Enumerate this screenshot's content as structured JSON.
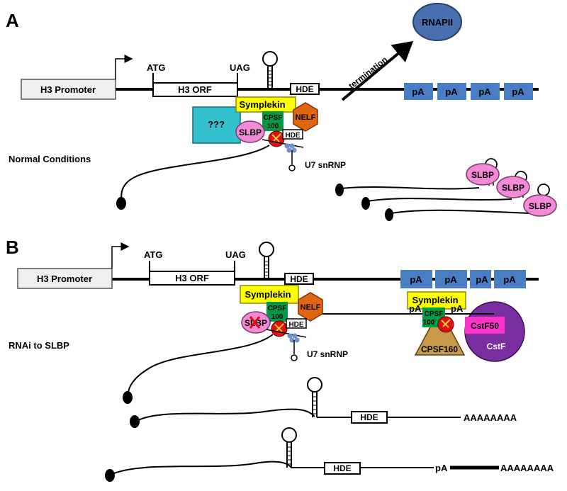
{
  "panel_a": {
    "letter": "A",
    "promoter": "H3 Promoter",
    "atg": "ATG",
    "uag": "UAG",
    "orf": "H3 ORF",
    "hde": "HDE",
    "rnapii": "RNAPII",
    "termination": "termination",
    "pa_boxes": [
      "pA",
      "pA",
      "pA",
      "pA"
    ],
    "symplekin": "Symplekin",
    "cpsf": "CPSF",
    "cpsf_num": "100",
    "nelf": "NELF",
    "unknown": "???",
    "slbp": "SLBP",
    "u7": "U7 snRNP",
    "condition": "Normal Conditions",
    "released_slbp": [
      "SLBP",
      "SLBP",
      "SLBP"
    ]
  },
  "panel_b": {
    "letter": "B",
    "promoter": "H3 Promoter",
    "atg": "ATG",
    "uag": "UAG",
    "orf": "H3 ORF",
    "hde": "HDE",
    "pa_boxes": [
      "pA",
      "pA",
      "pA",
      "pA"
    ],
    "symplekin": "Symplekin",
    "cpsf": "CPSF",
    "cpsf_num": "100",
    "nelf": "NELF",
    "slbp": "SLBP",
    "u7": "U7 snRNP",
    "condition": "RNAi to SLBP",
    "symplekin2": "Symplekin",
    "pa_small": [
      "pA",
      "pA"
    ],
    "cstf50": "CstF50",
    "cstf": "CstF",
    "cpsf160": "CPSF160",
    "transcript1_hde": "HDE",
    "transcript1_tail": "AAAAAAAA",
    "transcript2_hde": "HDE",
    "transcript2_pa": "pA",
    "transcript2_tail": "AAAAAAAA"
  },
  "colors": {
    "pa_box": "#4a7ec4",
    "rnapii": "#4a6fb0",
    "symplekin": "#ffff00",
    "cpsf": "#009a46",
    "nelf": "#e2650f",
    "unknown": "#33c0cf",
    "slbp": "#f28ad8",
    "cstf": "#7a2fa0",
    "cstf50": "#ff33cc",
    "cpsf160": "#c79a4a",
    "cleave": "#e01010"
  }
}
